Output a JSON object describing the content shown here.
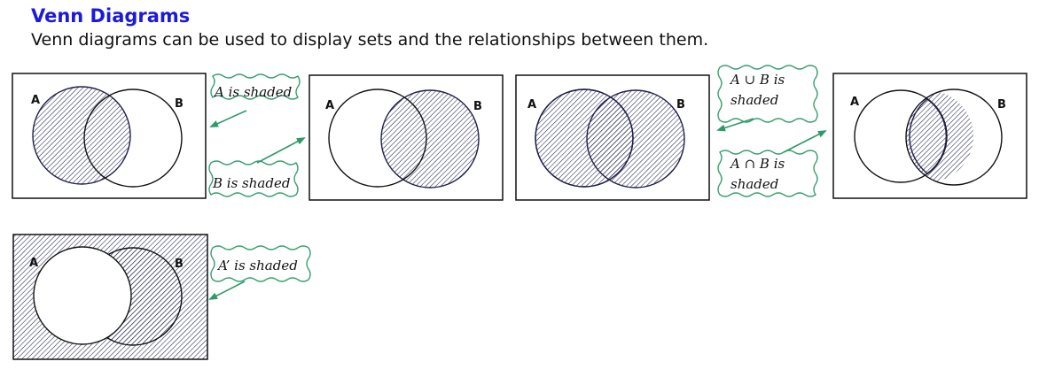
{
  "header": {
    "title": "Venn Diagrams",
    "subtitle": "Venn diagrams can be used to display sets and the relationships between them."
  },
  "diagrams": [
    {
      "id": "a",
      "label_a": "A",
      "label_b": "B",
      "shaded": "A"
    },
    {
      "id": "b",
      "label_a": "A",
      "label_b": "B",
      "shaded": "B"
    },
    {
      "id": "union",
      "label_a": "A",
      "label_b": "B",
      "shaded": "A union B"
    },
    {
      "id": "intersection",
      "label_a": "A",
      "label_b": "B",
      "shaded": "A intersection B"
    },
    {
      "id": "complement",
      "label_a": "A",
      "label_b": "B",
      "shaded": "complement of A"
    }
  ],
  "notes": {
    "a_shaded": "A is shaded",
    "b_shaded": "B is shaded",
    "union_line1": "A ∪ B is",
    "union_line2": "shaded",
    "intersection_line1": "A ∩ B is",
    "intersection_line2": "shaded",
    "complement_shaded": "A’ is shaded"
  },
  "colors": {
    "title": "#1a1adb",
    "circle_stroke": "#1f1f4f",
    "hatch": "#1f1f4f",
    "note_border": "#3aa070",
    "arrow": "#2e9a68"
  }
}
